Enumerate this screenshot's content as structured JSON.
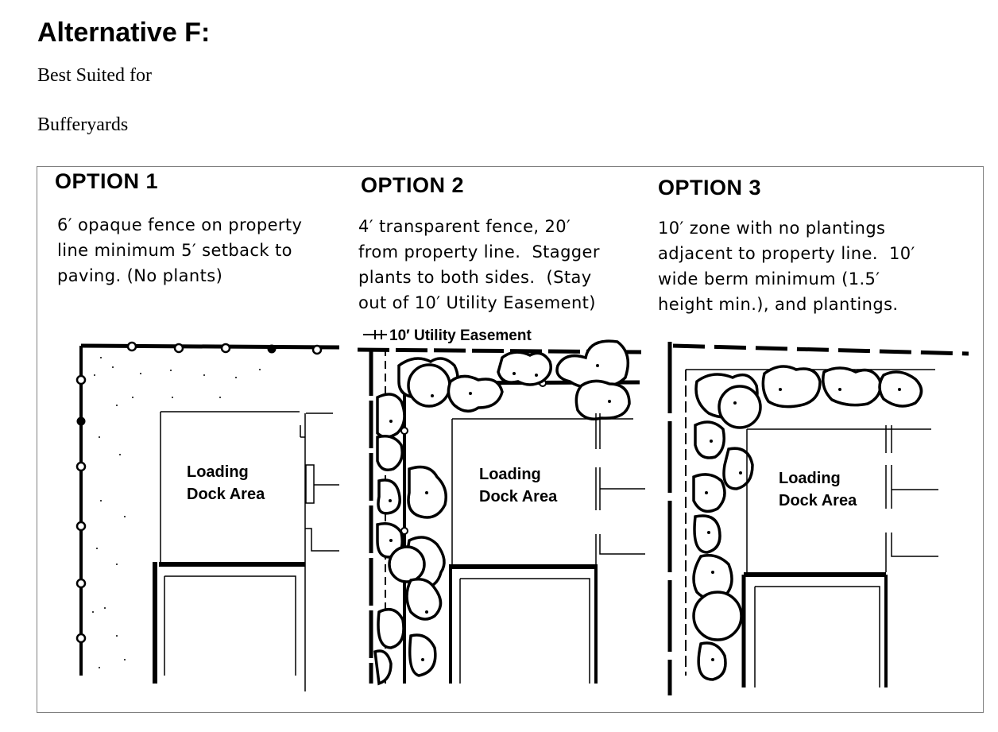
{
  "header": {
    "title": "Alternative F:",
    "subtitle_line1": "Best Suited for",
    "subtitle_line2": "Bufferyards"
  },
  "options": [
    {
      "heading": "OPTION 1",
      "description": "6′ opaque fence on property\nline minimum 5′ setback to\npaving. (No plants)",
      "area_label_line1": "Loading",
      "area_label_line2": "Dock Area"
    },
    {
      "heading": "OPTION 2",
      "description": "4′ transparent fence, 20′\nfrom property line.  Stagger\nplants to both sides.  (Stay\nout of 10′ Utility Easement)",
      "easement_label": "10′ Utility Easement",
      "area_label_line1": "Loading",
      "area_label_line2": "Dock Area"
    },
    {
      "heading": "OPTION 3",
      "description": "10′ zone with no plantings\nadjacent to property line.  10′\nwide berm minimum (1.5′\nheight min.), and plantings.",
      "area_label_line1": "Loading",
      "area_label_line2": "Dock Area"
    }
  ]
}
